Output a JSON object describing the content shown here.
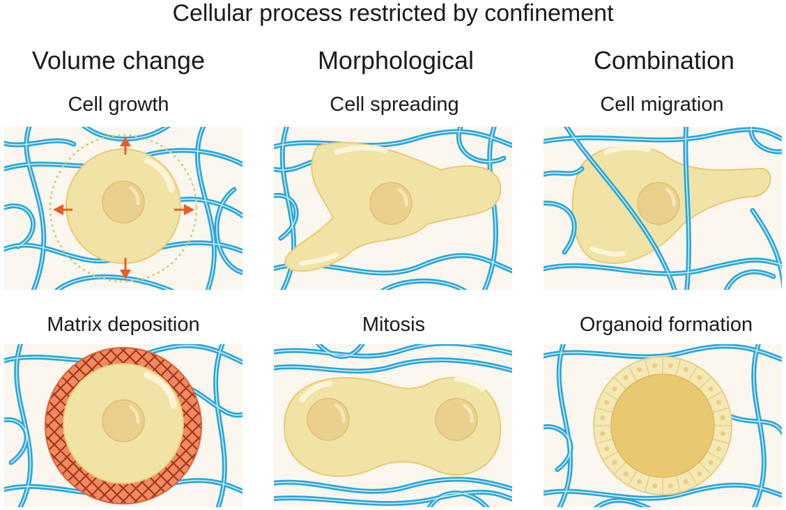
{
  "title": "Cellular process restricted by confinement",
  "columns": [
    {
      "heading": "Volume change",
      "panels": [
        "Cell growth",
        "Matrix deposition"
      ]
    },
    {
      "heading": "Morphological",
      "panels": [
        "Cell spreading",
        "Mitosis"
      ]
    },
    {
      "heading": "Combination",
      "panels": [
        "Cell migration",
        "Organoid formation"
      ]
    }
  ],
  "colors": {
    "fiber": "#29a7d9",
    "fiber_highlight": "#d4eefa",
    "background": "#fbf7ee",
    "cytoplasm": "#f1e3a5",
    "cell_outline": "#e8c974",
    "nucleus": "#ebcf8c",
    "arrow": "#ee5a24",
    "matrix_ring": "#ef8a62",
    "matrix_mesh": "#a8351a",
    "organoid_lumen": "#e9c870"
  }
}
